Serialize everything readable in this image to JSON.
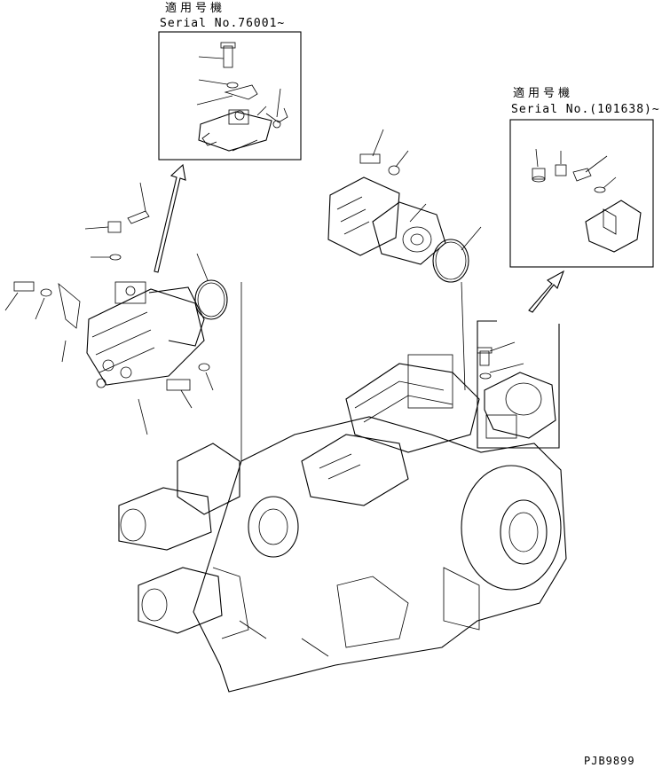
{
  "inset_a": {
    "applicable_label": "適用号機",
    "serial_label": "Serial No.76001~"
  },
  "inset_b": {
    "applicable_label": "適用号機",
    "serial_label": "Serial No.(101638)~"
  },
  "drawing_code": "PJB9899"
}
